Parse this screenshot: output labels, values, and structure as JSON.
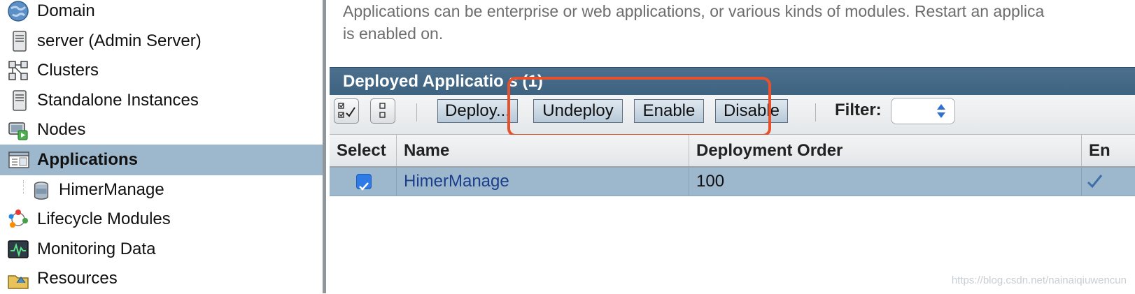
{
  "sidebar": {
    "items": [
      {
        "label": "Domain",
        "icon": "globe-icon",
        "selected": false
      },
      {
        "label": "server (Admin Server)",
        "icon": "server-icon",
        "selected": false
      },
      {
        "label": "Clusters",
        "icon": "cluster-icon",
        "selected": false
      },
      {
        "label": "Standalone Instances",
        "icon": "server-icon",
        "selected": false
      },
      {
        "label": "Nodes",
        "icon": "node-icon",
        "selected": false
      },
      {
        "label": "Applications",
        "icon": "applications-icon",
        "selected": true
      },
      {
        "label": "HimerManage",
        "icon": "application-jar-icon",
        "selected": false
      },
      {
        "label": "Lifecycle Modules",
        "icon": "lifecycle-icon",
        "selected": false
      },
      {
        "label": "Monitoring Data",
        "icon": "monitoring-icon",
        "selected": false
      },
      {
        "label": "Resources",
        "icon": "folder-icon",
        "selected": false
      }
    ]
  },
  "main": {
    "intro_line1": "Applications can be enterprise or web applications, or various kinds of modules. Restart an applica",
    "intro_line2": "is enabled on.",
    "table_title": "Deployed Applicatio s (1)",
    "toolbar": {
      "select_all_icon": "select-all-icon",
      "deselect_all_icon": "deselect-all-icon",
      "deploy_label": "Deploy...",
      "undeploy_label": "Undeploy",
      "enable_label": "Enable",
      "disable_label": "Disable",
      "filter_label": "Filter:",
      "filter_value": ""
    },
    "columns": [
      "Select",
      "Name",
      "Deployment Order",
      "En"
    ],
    "rows": [
      {
        "selected": true,
        "name": "HimerManage",
        "deployment_order": "100",
        "enabled": true
      }
    ]
  },
  "annotation": {
    "color": "#e8512e"
  },
  "watermark": "https://blog.csdn.net/nainaiqiuwencun",
  "colors": {
    "selected_row": "#9db7cd",
    "title_bar": "#456a88",
    "link": "#1b3f8b"
  }
}
